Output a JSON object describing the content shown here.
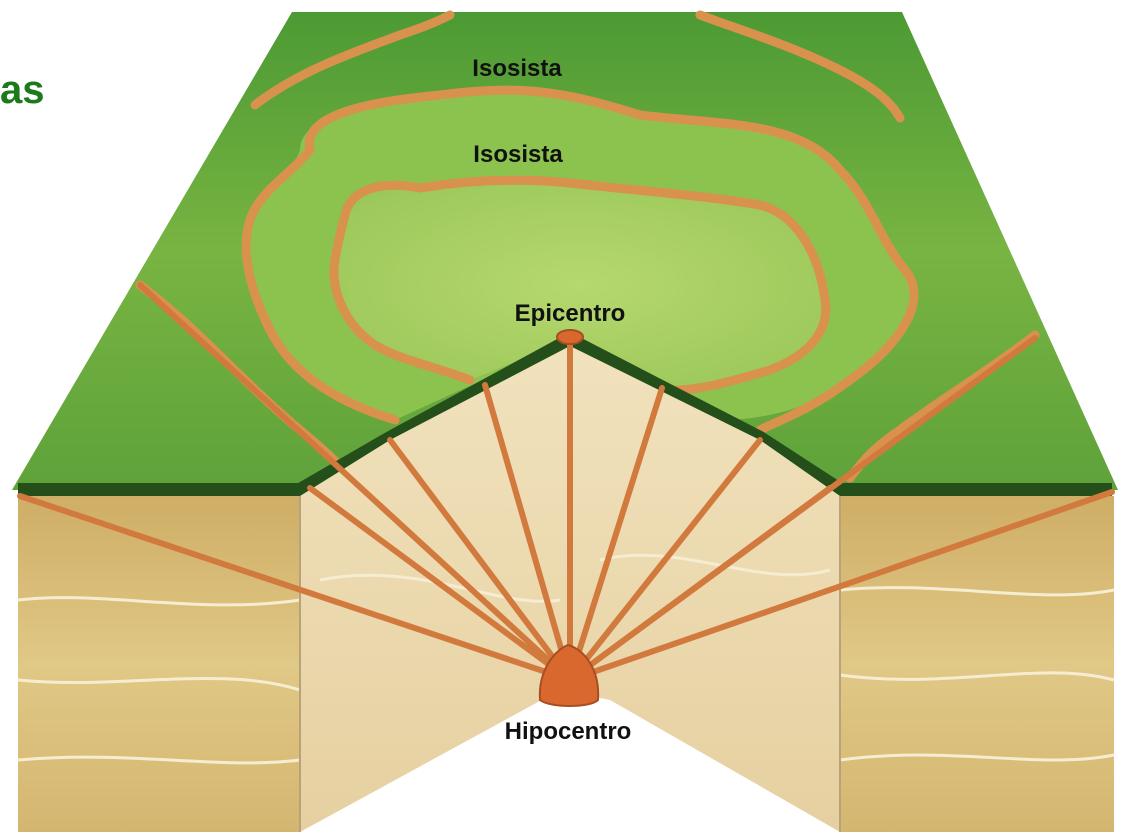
{
  "corner_fragment": "as",
  "labels": {
    "isoseismal_outer": "Isosista",
    "isoseismal_inner": "Isosista",
    "epicenter": "Epicentro",
    "hypocenter": "Hipocentro"
  },
  "colors": {
    "fragment_text": "#1c7a1c",
    "grass_dark": "#3f8a2e",
    "grass_mid": "#7bb844",
    "grass_light": "#a8d060",
    "isoseismal_line": "#d9914e",
    "soil_left_right": "#d8bd74",
    "soil_center": "#efdcb0",
    "hypocenter": "#d9682e",
    "label_text": "#111111"
  }
}
